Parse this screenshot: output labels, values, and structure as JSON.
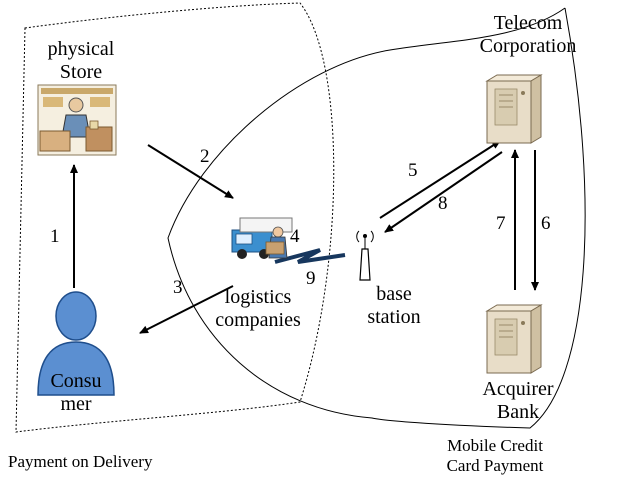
{
  "nodes": {
    "store": {
      "line1": "physical",
      "line2": "Store",
      "icon": "shop-clerk-icon"
    },
    "logistics": {
      "line1": "logistics",
      "line2": "companies",
      "icon": "delivery-truck-icon"
    },
    "base_station": {
      "line1": "base",
      "line2": "station",
      "icon": "antenna-icon"
    },
    "telecom": {
      "line1": "Telecom",
      "line2": "Corporation",
      "icon": "server-icon"
    },
    "bank": {
      "line1": "Acquirer",
      "line2": "Bank",
      "icon": "server-icon"
    },
    "consumer": {
      "line1": "Consu",
      "line2": "mer",
      "icon": "person-icon"
    }
  },
  "steps": [
    "1",
    "2",
    "3",
    "4",
    "5",
    "6",
    "7",
    "8",
    "9"
  ],
  "regions": {
    "left_caption": "Payment on Delivery",
    "right_caption_line1": "Mobile Credit",
    "right_caption_line2": "Card Payment"
  },
  "colors": {
    "line": "#000000",
    "person_fill": "#5b8fd1",
    "person_stroke": "#1f4e8c",
    "server_fill": "#e8ddc8",
    "server_stroke": "#7a6a50",
    "truck_fill": "#3b8fcf",
    "lightning": "#17375e"
  }
}
